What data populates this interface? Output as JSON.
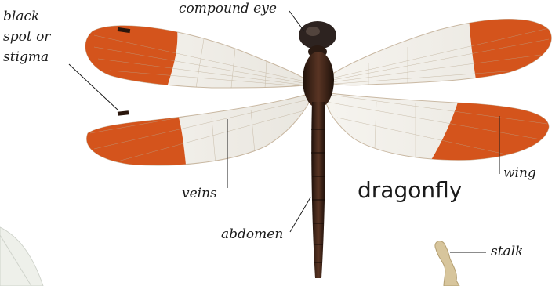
{
  "diagram": {
    "title": "dragonfly",
    "labels": {
      "compound_eye": "compound eye",
      "black_spot_line1": "black",
      "black_spot_line2": "spot or",
      "black_spot_line3": "stigma",
      "wing": "wing",
      "veins": "veins",
      "abdomen": "abdomen",
      "stalk": "stalk"
    },
    "colors": {
      "wing_patch": "#d4541c",
      "wing_clear": "#f3f1ec",
      "body": "#3a2216",
      "leader_line": "#1a1a1a",
      "stalk": "#c9b48a"
    }
  }
}
